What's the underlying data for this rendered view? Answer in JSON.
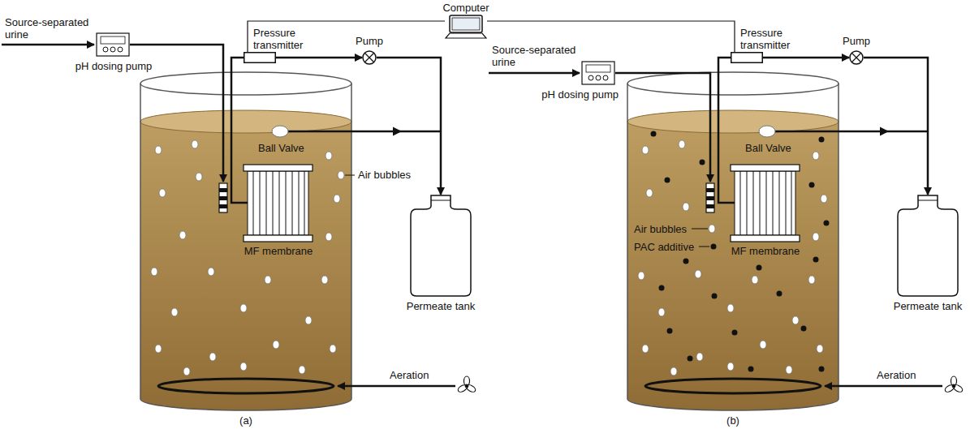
{
  "diagram": {
    "nodes": [
      {
        "text": [
          "Computer"
        ]
      },
      {
        "text": [
          "pH dosing pump"
        ]
      },
      {
        "text": [
          "Pressure transmitter"
        ]
      },
      {
        "text": [
          "Pump"
        ]
      },
      {
        "text": [
          "Permeate tank"
        ]
      },
      {
        "text": [
          "pH dosing pump"
        ]
      },
      {
        "text": [
          "Pressure transmitter"
        ]
      },
      {
        "text": [
          "Pump"
        ]
      },
      {
        "text": [
          "Permeate tank"
        ]
      }
    ],
    "edges": [
      {
        "from": 0,
        "to": 2,
        "arrow": "none"
      },
      {
        "from": 0,
        "to": 6,
        "arrow": "none"
      },
      {
        "from": 2,
        "to": 3,
        "arrow": "to"
      },
      {
        "from": 3,
        "to": 4,
        "arrow": "to"
      },
      {
        "from": 6,
        "to": 7,
        "arrow": "to"
      },
      {
        "from": 7,
        "to": 8,
        "arrow": "to"
      }
    ],
    "labels": [
      "Source-separated urine",
      "Ball Valve",
      "Air bubbles",
      "MF membrane",
      "Aeration",
      "(a)",
      "Source-separated urine",
      "Ball Valve",
      "Air bubbles",
      "PAC additive",
      "MF membrane",
      "Aeration",
      "(b)"
    ]
  }
}
